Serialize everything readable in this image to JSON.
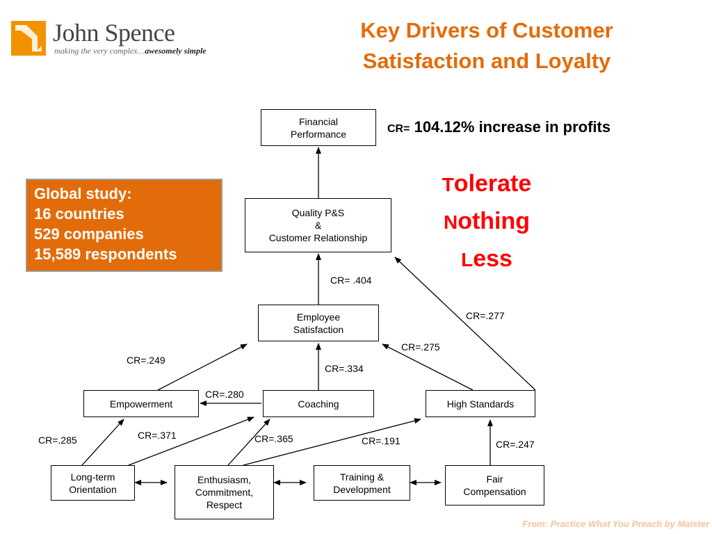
{
  "logo": {
    "name": "John Spence",
    "tagline_prefix": "making the very complex…",
    "tagline_emphasis": "awesomely simple",
    "colors": {
      "mark": "#f39200",
      "name": "#444444"
    }
  },
  "title": {
    "line1": "Key Drivers of Customer",
    "line2": "Satisfaction and Loyalty",
    "color": "#e36c0a"
  },
  "headline": {
    "prefix": "CR=",
    "value": "104.12%",
    "text": "increase in profits"
  },
  "slogan": {
    "line1_initial": "T",
    "line1_rest": "olerate",
    "line2_initial": "N",
    "line2_rest": "othing",
    "line3_initial": "L",
    "line3_rest": "ess",
    "color": "#ff0000"
  },
  "study": {
    "line1": "Global study:",
    "line2": "16 countries",
    "line3": "529 companies",
    "line4": "15,589 respondents",
    "background": "#e36c0a"
  },
  "nodes": {
    "financial": {
      "line1": "Financial",
      "line2": "Performance"
    },
    "quality": {
      "line1": "Quality P&S",
      "line2": "&",
      "line3": "Customer Relationship"
    },
    "employee": {
      "line1": "Employee",
      "line2": "Satisfaction"
    },
    "empowerment": {
      "label": "Empowerment"
    },
    "coaching": {
      "label": "Coaching"
    },
    "high_standards": {
      "label": "High Standards"
    },
    "long_term": {
      "line1": "Long-term",
      "line2": "Orientation"
    },
    "enthusiasm": {
      "line1": "Enthusiasm,",
      "line2": "Commitment,",
      "line3": "Respect"
    },
    "training": {
      "line1": "Training &",
      "line2": "Development"
    },
    "fair": {
      "line1": "Fair",
      "line2": "Compensation"
    }
  },
  "edge_labels": {
    "employee_to_quality": "CR= .404",
    "high_standards_to_quality": "CR=.277",
    "high_standards_to_employee": "CR=.275",
    "empowerment_to_employee": "CR=.249",
    "coaching_to_employee": "CR=.334",
    "coaching_to_empowerment": "CR=.280",
    "long_term_to_empowerment": "CR=.285",
    "long_term_to_coaching": "CR=.371",
    "enthusiasm_to_coaching": "CR=.365",
    "enthusiasm_to_high_standards": "CR=.191",
    "fair_to_high_standards": "CR=.247"
  },
  "source": "From: Practice What You Preach by Maister"
}
